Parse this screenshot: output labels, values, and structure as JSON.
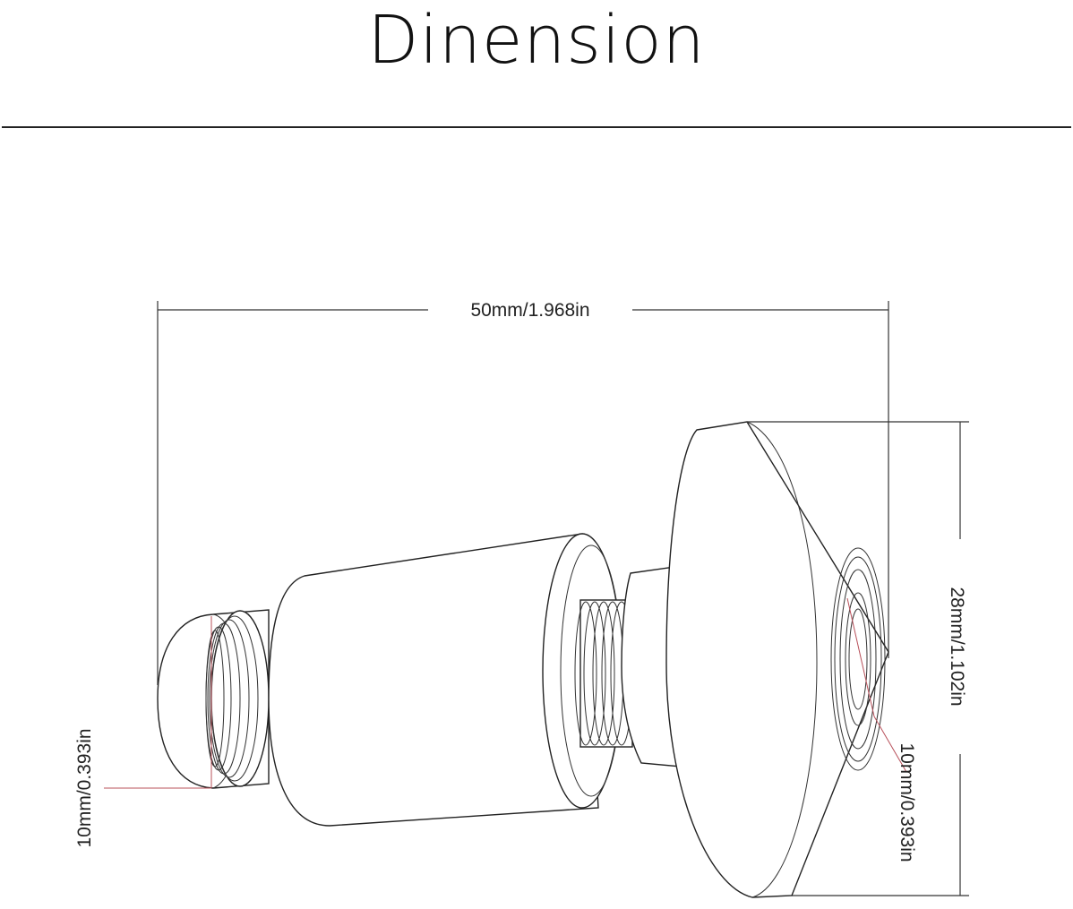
{
  "title": "Dinension",
  "dimensions": {
    "length": "50mm/1.968in",
    "height": "28mm/1.102in",
    "left_thread": "10mm/0.393in",
    "right_hole": "10mm/0.393in"
  },
  "colors": {
    "line": "#222222",
    "accent_red": "#b8505a",
    "background": "#ffffff"
  }
}
